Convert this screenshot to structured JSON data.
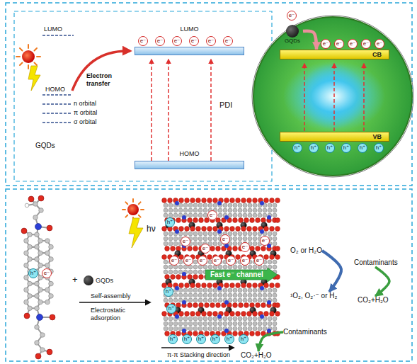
{
  "diagram": {
    "nodes": [
      {
        "text": [
          "LUMO"
        ]
      },
      {
        "text": [
          "HOMO"
        ]
      },
      {
        "text": [
          "GQDs"
        ]
      },
      {
        "text": [
          "CB"
        ]
      },
      {
        "text": [
          "VB"
        ]
      },
      {
        "text": [
          "GQDs"
        ]
      },
      {
        "text": [
          "Fast e⁻ channel"
        ]
      },
      {
        "text": [
          "O₂ or H₂O"
        ]
      },
      {
        "text": [
          "¹O₂, O₂·⁻ or H₂"
        ]
      },
      {
        "text": [
          "Contaminants"
        ]
      },
      {
        "text": [
          "CO₂+H₂O"
        ]
      },
      {
        "text": [
          "Contaminants"
        ]
      },
      {
        "text": [
          "CO₂+H₂O"
        ]
      }
    ],
    "edges": [
      {
        "from": 2,
        "to": 3,
        "arrow": "to"
      },
      {
        "from": 7,
        "to": 8,
        "arrow": "to"
      },
      {
        "from": 9,
        "to": 10,
        "arrow": "to"
      },
      {
        "from": 11,
        "to": 12,
        "arrow": "to"
      }
    ],
    "labels": [
      "LUMO",
      "HOMO",
      "n orbital",
      "π orbital",
      "σ orbital",
      "GQDs",
      "Electron transfer",
      "PDI",
      "e⁻",
      "e⁻",
      "e⁻",
      "e⁻",
      "e⁻",
      "e⁻",
      "e⁻",
      "e⁻",
      "e⁻",
      "e⁻",
      "e⁻",
      "e⁻",
      "h⁺",
      "h⁺",
      "h⁺",
      "h⁺",
      "h⁺",
      "h⁺",
      "hν",
      "+",
      "Self-assembly",
      "Electrostatic adsorption",
      "h⁺",
      "e⁻",
      "e⁻",
      "e⁻",
      "e⁻",
      "e⁻",
      "e⁻",
      "e⁻",
      "e⁻",
      "e⁻",
      "e⁻",
      "e⁻",
      "e⁻",
      "e⁻",
      "e⁻",
      "h⁺",
      "h⁺",
      "h⁺",
      "h⁺",
      "h⁺",
      "h⁺",
      "h⁺",
      "h⁺",
      "h⁺",
      "π-π Stacking direction"
    ]
  }
}
